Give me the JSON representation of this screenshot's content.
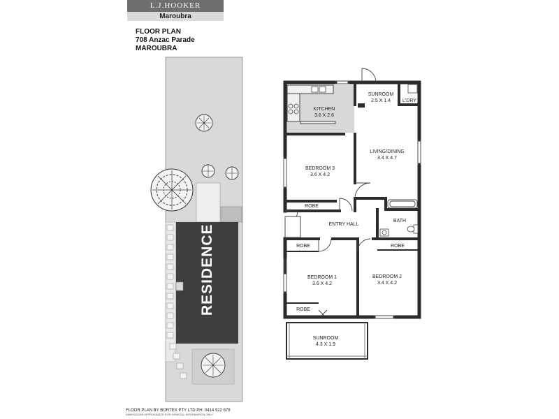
{
  "agency": {
    "name": "L.J.HOOKER",
    "branch": "Maroubra"
  },
  "plan_info": {
    "line1": "FLOOR PLAN",
    "line2": "708 Anzac Parade",
    "line3": "MAROUBRA"
  },
  "site": {
    "residence_label": "RESIDENCE"
  },
  "rooms": {
    "sunroom_rear": {
      "name": "SUNROOM",
      "dims": "2.5 X 1.4"
    },
    "laundry": {
      "name": "L'DRY"
    },
    "kitchen": {
      "name": "KITCHEN",
      "dims": "3.6 X 2.6"
    },
    "living_dining": {
      "name": "LIVING/DINING",
      "dims": "3.4 X 4.7"
    },
    "bedroom3": {
      "name": "BEDROOM 3",
      "dims": "3.6 X 4.2"
    },
    "robe3": {
      "name": "ROBE"
    },
    "entry_hall": {
      "name": "ENTRY HALL"
    },
    "bath": {
      "name": "BATH"
    },
    "robe1_top": {
      "name": "ROBE"
    },
    "robe2": {
      "name": "ROBE"
    },
    "bedroom1": {
      "name": "BEDROOM 1",
      "dims": "3.6 X 4.2"
    },
    "bedroom2": {
      "name": "BEDROOM 2",
      "dims": "3.4 X 4.2"
    },
    "robe1_bottom": {
      "name": "ROBE"
    },
    "sunroom_front": {
      "name": "SUNROOM",
      "dims": "4.3 X 1.9"
    }
  },
  "credit": {
    "line1": "FLOOR PLAN BY BORTEX PTY LTD PH: 0414 922 679",
    "line2": "DIMENSIONS APPROXIMATE FOR GENERAL INFORMATION ONLY"
  }
}
